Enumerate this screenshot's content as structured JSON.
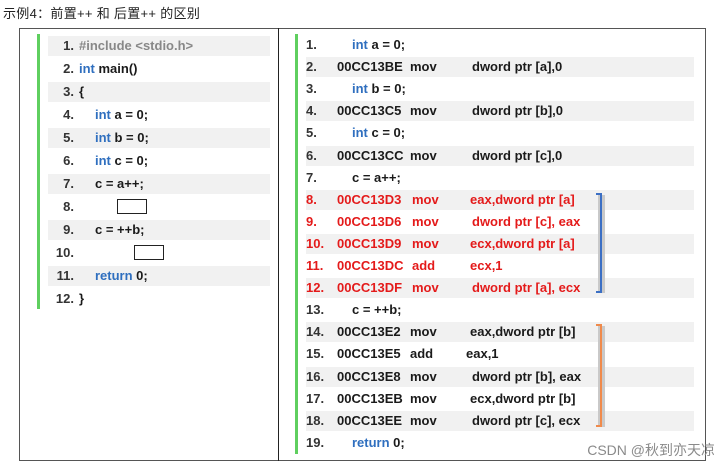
{
  "title": "示例4：前置++ 和 后置++ 的区别",
  "left": [
    {
      "n": "1.",
      "parts": [
        {
          "t": "#include <stdio.h>",
          "c": "pre"
        }
      ],
      "indent": 0
    },
    {
      "n": "2.",
      "parts": [
        {
          "t": "int",
          "c": "kw"
        },
        {
          "t": " main()",
          "c": ""
        }
      ],
      "indent": 0
    },
    {
      "n": "3.",
      "parts": [
        {
          "t": "{",
          "c": ""
        }
      ],
      "indent": 0
    },
    {
      "n": "4.",
      "parts": [
        {
          "t": "int",
          "c": "kw"
        },
        {
          "t": " a = 0;",
          "c": ""
        }
      ],
      "indent": 1
    },
    {
      "n": "5.",
      "parts": [
        {
          "t": "int",
          "c": "kw"
        },
        {
          "t": " b = 0;",
          "c": ""
        }
      ],
      "indent": 1
    },
    {
      "n": "6.",
      "parts": [
        {
          "t": "int",
          "c": "kw"
        },
        {
          "t": " c = 0;",
          "c": ""
        }
      ],
      "indent": 1
    },
    {
      "n": "7.",
      "parts": [
        {
          "t": "c = a++;",
          "c": ""
        }
      ],
      "indent": 1
    },
    {
      "n": "8.",
      "parts": [],
      "indent": 1,
      "box": true
    },
    {
      "n": "9.",
      "parts": [
        {
          "t": "c = ++b;",
          "c": ""
        }
      ],
      "indent": 1
    },
    {
      "n": "10.",
      "parts": [],
      "indent": 1,
      "box": true
    },
    {
      "n": "11.",
      "parts": [
        {
          "t": "return",
          "c": "kw"
        },
        {
          "t": " 0;",
          "c": ""
        }
      ],
      "indent": 1
    },
    {
      "n": "12.",
      "parts": [
        {
          "t": "}",
          "c": ""
        }
      ],
      "indent": 0
    }
  ],
  "right": [
    {
      "n": "1.",
      "src": "int a = 0;"
    },
    {
      "n": "2.",
      "addr": "00CC13BE",
      "op": "mov",
      "arg": "dword ptr [a],0"
    },
    {
      "n": "3.",
      "src": "int b = 0;"
    },
    {
      "n": "4.",
      "addr": "00CC13C5",
      "op": "mov",
      "arg": "dword ptr [b],0"
    },
    {
      "n": "5.",
      "src": "int c = 0;"
    },
    {
      "n": "6.",
      "addr": "00CC13CC",
      "op": "mov",
      "arg": "dword ptr [c],0"
    },
    {
      "n": "7.",
      "src": "c = a++;"
    },
    {
      "n": "8.",
      "addr": "00CC13D3",
      "op": "mov",
      "arg": "eax,dword ptr [a]",
      "hl": true
    },
    {
      "n": "9.",
      "addr": "00CC13D6",
      "op": "mov",
      "arg": "dword ptr [c], eax",
      "hl": true
    },
    {
      "n": "10.",
      "addr": "00CC13D9",
      "op": "mov",
      "arg": "ecx,dword ptr [a]",
      "hl": true
    },
    {
      "n": "11.",
      "addr": "00CC13DC",
      "op": "add",
      "arg": "ecx,1",
      "hl": true
    },
    {
      "n": "12.",
      "addr": "00CC13DF",
      "op": "mov",
      "arg": "dword ptr [a], ecx",
      "hl": true
    },
    {
      "n": "13.",
      "src": "c = ++b;"
    },
    {
      "n": "14.",
      "addr": "00CC13E2",
      "op": "mov",
      "arg": "eax,dword ptr [b]"
    },
    {
      "n": "15.",
      "addr": "00CC13E5",
      "op": "add",
      "arg": "eax,1"
    },
    {
      "n": "16.",
      "addr": "00CC13E8",
      "op": "mov",
      "arg": "dword ptr [b], eax"
    },
    {
      "n": "17.",
      "addr": "00CC13EB",
      "op": "mov",
      "arg": "ecx,dword ptr [b]"
    },
    {
      "n": "18.",
      "addr": "00CC13EE",
      "op": "mov",
      "arg": "dword ptr [c], ecx"
    },
    {
      "n": "19.",
      "src": "return 0;",
      "kwsrc": true
    }
  ],
  "watermark": "CSDN @秋到亦天凉",
  "colors": {
    "keyword": "#2f6fbf",
    "highlight": "#e41a1a",
    "bracket_a": "#3b6fc4",
    "bracket_b": "#f08a4b",
    "gutter": "#5fcf5f"
  }
}
